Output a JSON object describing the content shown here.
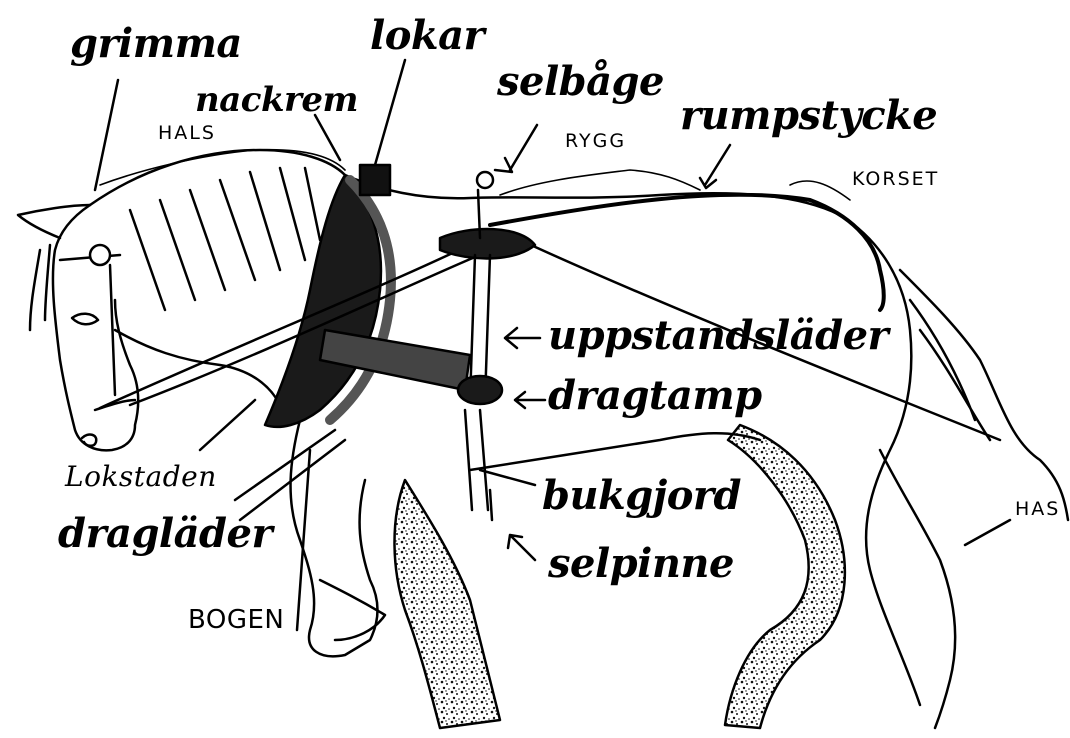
{
  "labels": {
    "grimma": "grimma",
    "hals_top": "HALS",
    "nackrem": "nackrem",
    "lokar": "lokar",
    "selbage": "selbåge",
    "rygg": "RYGG",
    "rumpstycke": "rumpstycke",
    "korset": "KORSET",
    "uppstandslader": "uppstandsläder",
    "dragtamp": "dragtamp",
    "lokstaden": "Lokstaden",
    "draglader": "dragläder",
    "bukgjord": "bukgjord",
    "selpinne": "selpinne",
    "bogen": "BOGEN",
    "has": "HAS"
  }
}
